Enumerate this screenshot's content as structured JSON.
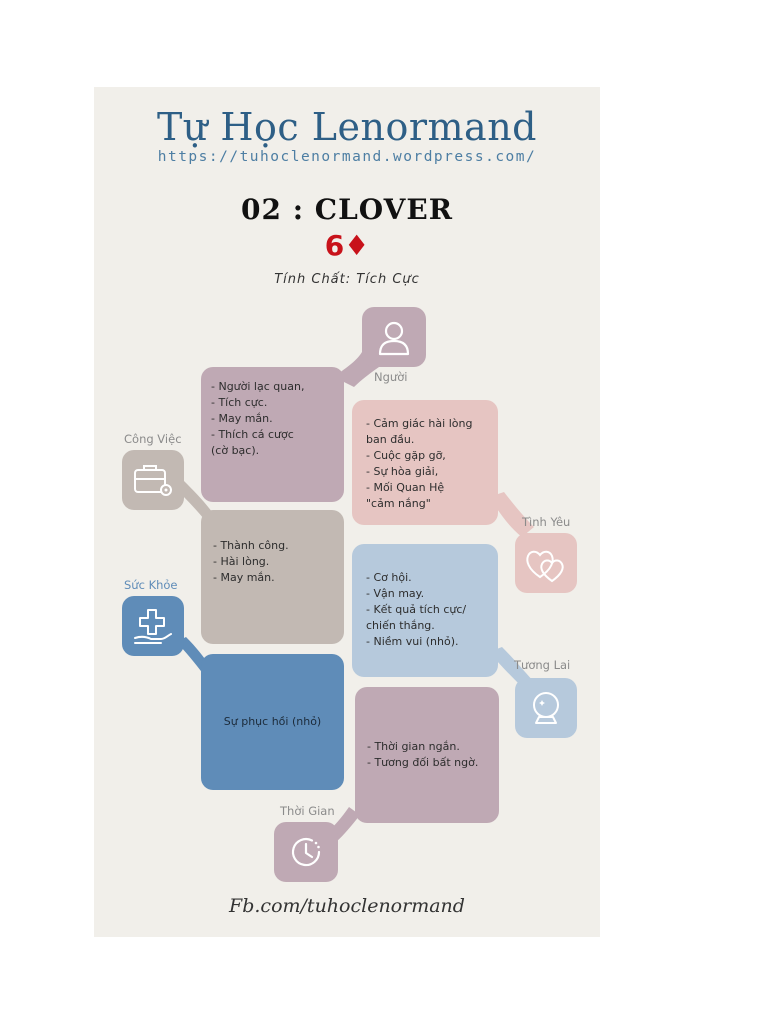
{
  "header": {
    "title": "Tự Học Lenormand",
    "url": "https://tuhoclenormand.wordpress.com/",
    "card_name": "02 : CLOVER",
    "suit": "6♦",
    "property": "Tính Chất: Tích Cực"
  },
  "sections": {
    "nguoi": {
      "label": "Người",
      "icon": "person-icon",
      "text": "- Người lạc quan,\n- Tích cực.\n- May mắn.\n- Thích cá cược\n(cờ bạc)."
    },
    "tinh_yeu": {
      "label": "Tình Yêu",
      "icon": "hearts-icon",
      "text": "- Cảm giác hài lòng\n  ban đầu.\n- Cuộc gặp gỡ,\n- Sự hòa giải,\n- Mối Quan Hệ\n\"cảm nắng\""
    },
    "cong_viec": {
      "label": "Công Việc",
      "icon": "briefcase-gear-icon",
      "text": "- Thành công.\n- Hài lòng.\n- May mắn."
    },
    "tuong_lai": {
      "label": "Tương Lai",
      "icon": "crystal-ball-icon",
      "text": "- Cơ hội.\n- Vận may.\n- Kết quả tích cực/\nchiến thắng.\n- Niềm vui (nhỏ)."
    },
    "suc_khoe": {
      "label": "Sức Khỏe",
      "icon": "health-cross-hand-icon",
      "text": "Sự phục hồi (nhỏ)"
    },
    "thoi_gian": {
      "label": "Thời Gian",
      "icon": "clock-icon",
      "text": "- Thời gian ngắn.\n- Tương đối bất ngờ."
    }
  },
  "footer": {
    "text": "Fb.com/tuhoclenormand"
  },
  "colors": {
    "mauve": "#bfa9b4",
    "pink": "#e6c5c2",
    "taupe": "#c2b9b3",
    "light_blue": "#b6c9dc",
    "blue": "#5f8cb8",
    "title_blue": "#2e5f86",
    "red": "#c8121a"
  }
}
